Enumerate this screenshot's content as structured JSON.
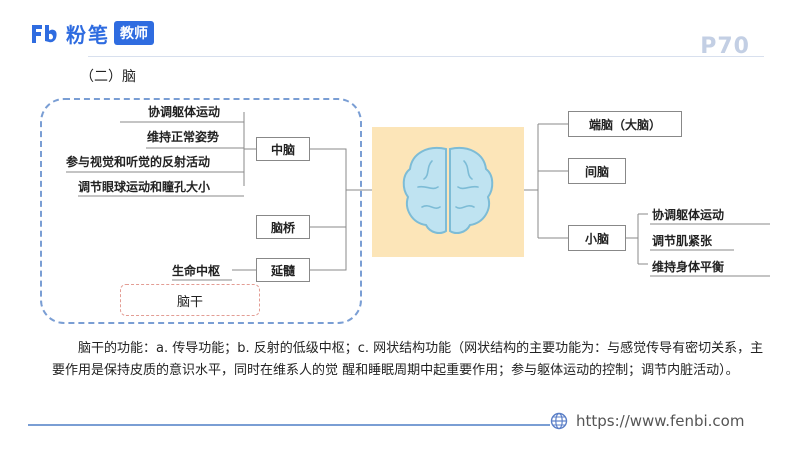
{
  "header": {
    "brand": "粉笔",
    "brand_tag": "教师",
    "page_number": "P70"
  },
  "section_title": "（二）脑",
  "diagram": {
    "midbrain_functions": [
      "协调躯体运动",
      "维持正常姿势",
      "参与视觉和听觉的反射活动",
      "调节眼球运动和瞳孔大小"
    ],
    "midbrain": "中脑",
    "pons": "脑桥",
    "medulla_function": "生命中枢",
    "medulla": "延髓",
    "brainstem": "脑干",
    "telencephalon": "端脑（大脑）",
    "diencephalon": "间脑",
    "cerebellum": "小脑",
    "cerebellum_functions": [
      "协调躯体运动",
      "调节肌紧张",
      "维持身体平衡"
    ]
  },
  "paragraph": "脑干的功能：a. 传导功能；b. 反射的低级中枢；c. 网状结构功能（网状结构的主要功能为：与感觉传导有密切关系，主要作用是保持皮质的意识水平，同时在维系人的觉 醒和睡眠周期中起重要作用；参与躯体运动的控制；调节内脏活动）。",
  "footer": {
    "url": "https://www.fenbi.com"
  },
  "colors": {
    "brand_blue": "#2f6ce0",
    "dashed_blue": "#7a9ed4",
    "brain_bg": "#fce5b8",
    "brain_blue": "#9cd3e8"
  }
}
